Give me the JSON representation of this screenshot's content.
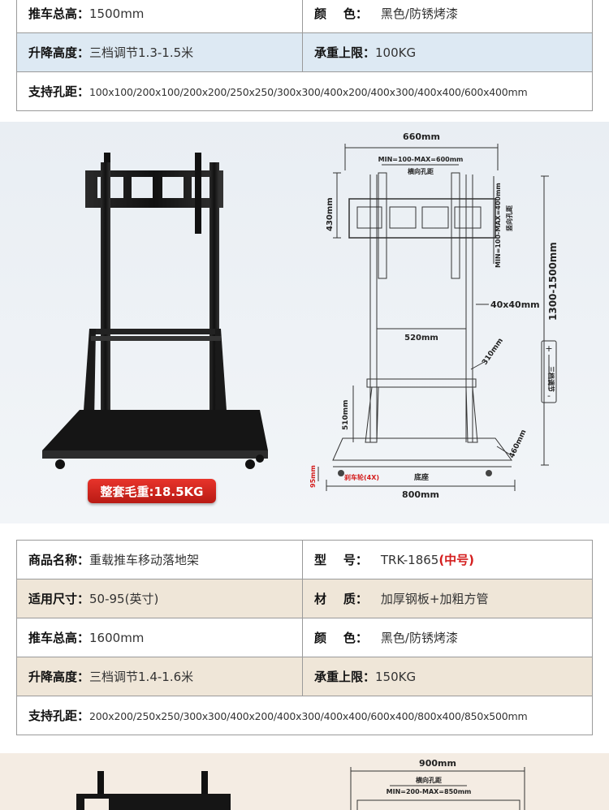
{
  "table1": {
    "rows": [
      {
        "left_label": "推车总高：",
        "left_value": "1500mm",
        "right_label": "颜    色：",
        "right_value": "黑色/防锈烤漆"
      },
      {
        "left_label": "升降高度：",
        "left_value": "三档调节1.3-1.5米",
        "right_label": "承重上限：",
        "right_value": "100KG"
      }
    ],
    "hole_label": "支持孔距：",
    "hole_value": "100x100/200x100/200x200/250x250/300x300/400x200/400x300/400x400/600x400mm"
  },
  "diagram1": {
    "width_top": "660mm",
    "hole_range_h": "MIN=100-MAX=600mm",
    "hole_label_h": "横向孔距",
    "height_bracket": "430mm",
    "hole_range_v": "MIN=100-MAX=400mm",
    "hole_label_v": "竖向孔距",
    "total_height": "1300-1500mm",
    "column": "40x40mm",
    "inner_width": "520mm",
    "shelf_depth": "310mm",
    "lift_text": "三档调节",
    "shelf_height": "510mm",
    "base_depth": "460mm",
    "wheel_height": "95mm",
    "wheel_label": "刹车轮(4X)",
    "base_label": "底座",
    "base_width": "800mm"
  },
  "weight_badge": "整套毛重:18.5KG",
  "table2": {
    "name_label": "商品名称：",
    "name_value": "重载推车移动落地架",
    "model_label": "型    号：",
    "model_value": "TRK-1865",
    "model_suffix": "(中号)",
    "rows": [
      {
        "left_label": "适用尺寸：",
        "left_value": "50-95(英寸)",
        "right_label": "材    质：",
        "right_value": "加厚钢板+加粗方管"
      },
      {
        "left_label": "推车总高：",
        "left_value": "1600mm",
        "right_label": "颜    色：",
        "right_value": "黑色/防锈烤漆"
      },
      {
        "left_label": "升降高度：",
        "left_value": "三档调节1.4-1.6米",
        "right_label": "承重上限：",
        "right_value": "150KG"
      }
    ],
    "hole_label": "支持孔距：",
    "hole_value": "200x200/250x250/300x300/400x200/400x300/400x400/600x400/800x400/850x500mm"
  },
  "diagram2": {
    "width_top": "900mm",
    "hole_label_h": "横向孔距",
    "hole_range_h": "MIN=200-MAX=850mm"
  }
}
